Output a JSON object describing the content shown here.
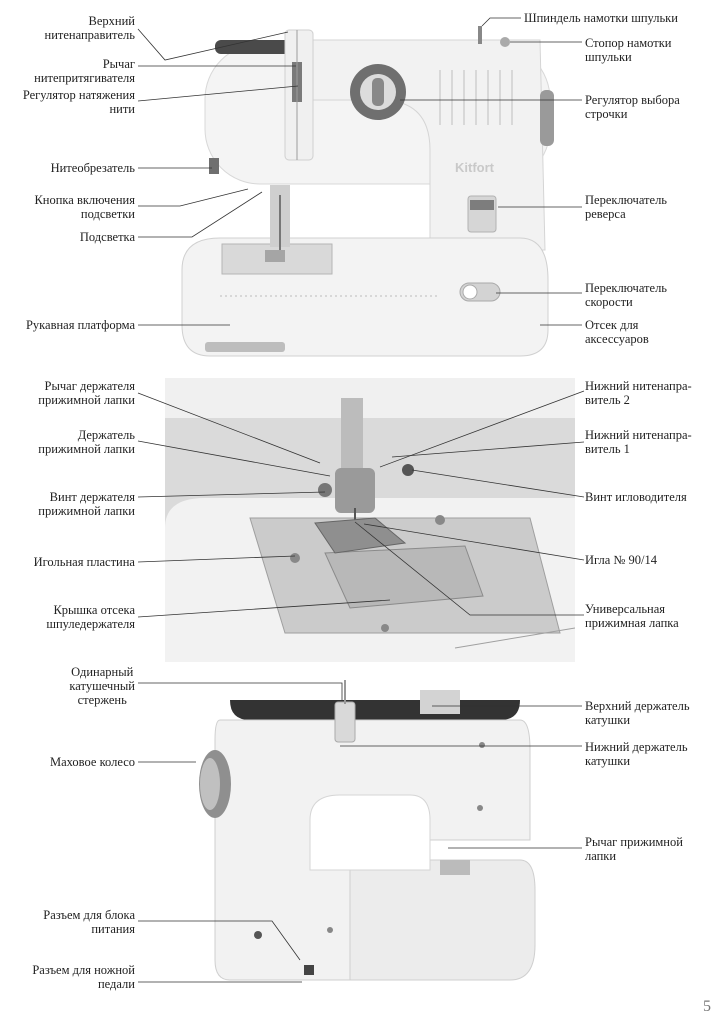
{
  "sections": {
    "front_view": {
      "brand": "Kitfort",
      "labels": {
        "upper_thread_guide": "Верхний\nнитенаправитель",
        "take_up_lever": "Рычаг\nнитепритягивателя",
        "tension_regulator": "Регулятор натяжения\nнити",
        "thread_cutter": "Нитеобрезатель",
        "light_button": "Кнопка включения\nподсветки",
        "light": "Подсветка",
        "free_arm": "Рукавная платформа",
        "bobbin_winder_spindle": "Шпиндель намотки шпульки",
        "bobbin_winder_stopper": "Стопор намотки\nшпульки",
        "stitch_selector": "Регулятор выбора\nстрочки",
        "reverse_switch": "Переключатель\nреверса",
        "speed_switch": "Переключатель\nскорости",
        "accessory_box": "Отсек для\nаксессуаров"
      }
    },
    "needle_area": {
      "labels": {
        "presser_lever": "Рычаг держателя\nприжимной лапки",
        "presser_holder": "Держатель\nприжимной лапки",
        "presser_screw": "Винт держателя\nприжимной лапки",
        "needle_plate": "Игольная пластина",
        "bobbin_cover": "Крышка отсека\nшпуледержателя",
        "lower_guide_2": "Нижний нитенапра-\nвитель 2",
        "lower_guide_1": "Нижний нитенапра-\nвитель 1",
        "needle_clamp_screw": "Винт игловодителя",
        "needle": "Игла № 90/14",
        "universal_foot": "Универсальная\nприжимная лапка"
      }
    },
    "back_view": {
      "labels": {
        "spool_pin": "Одинарный\nкатушечный\nстержень",
        "handwheel": "Маховое колесо",
        "power_socket": "Разъем для блока\nпитания",
        "pedal_socket": "Разъем для ножной\nпедали",
        "upper_spool_holder": "Верхний держатель\nкатушки",
        "lower_spool_holder": "Нижний держатель\nкатушки",
        "presser_foot_lever": "Рычаг прижимной\nлапки"
      }
    }
  },
  "page_number": "5"
}
